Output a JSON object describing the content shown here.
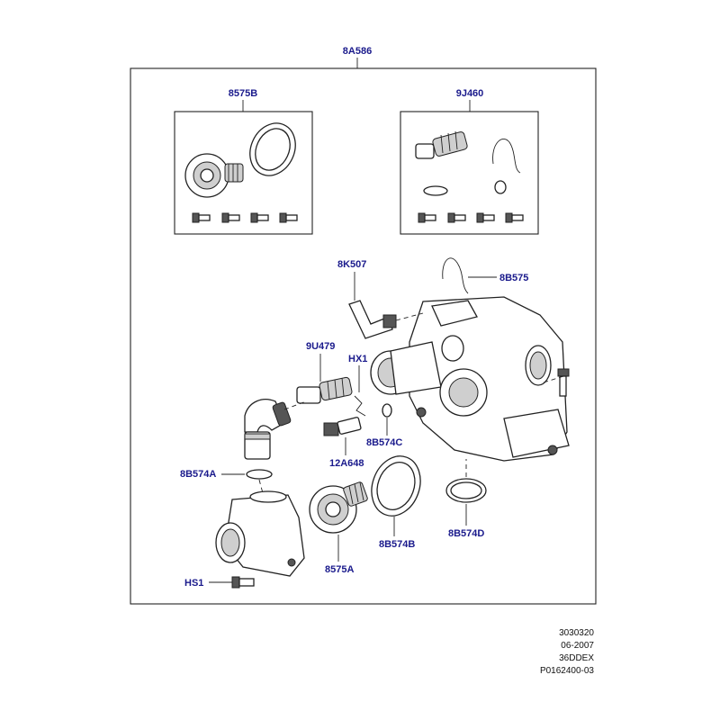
{
  "diagram": {
    "main_assembly_label": "8A586",
    "kit_boxes": [
      {
        "label": "8575B"
      },
      {
        "label": "9J460"
      }
    ],
    "callouts": {
      "c8K507": "8K507",
      "c8B575": "8B575",
      "c9U479": "9U479",
      "cHX1": "HX1",
      "c8B574C": "8B574C",
      "c12A648": "12A648",
      "c8B574A": "8B574A",
      "c8B574B": "8B574B",
      "c8B574D": "8B574D",
      "c8575A": "8575A",
      "cHS1": "HS1"
    },
    "label_color": "#1a1a8c"
  },
  "footer": {
    "lines": [
      "3030320",
      "06-2007",
      "36DDEX",
      "P0162400-03"
    ]
  }
}
